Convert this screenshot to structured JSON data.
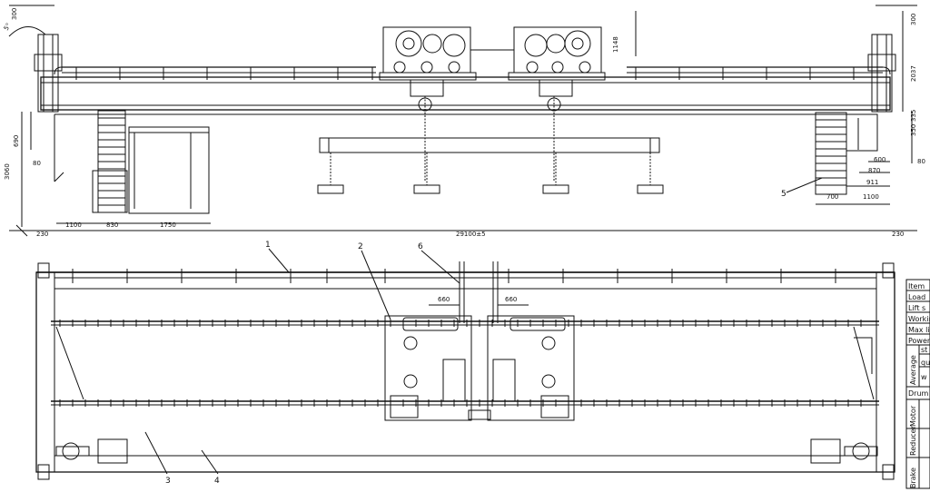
{
  "dimensions": {
    "top_left_angle": "5°",
    "top_left_300": "300",
    "top_right_300": "300",
    "trolley_height": "1148",
    "right_height": "2037",
    "left_690": "690",
    "left_3060": "3060",
    "left_80": "80",
    "right_335": "335",
    "right_350": "350",
    "right_80": "80",
    "right_600": "600",
    "right_870": "870",
    "right_911": "911",
    "right_700": "700",
    "right_1100": "1100",
    "bottom_1100": "1100",
    "bottom_830": "830",
    "bottom_1750": "1750",
    "bottom_left_230": "230",
    "bottom_right_230": "230",
    "span": "29100±5",
    "trolley_660_left": "660",
    "trolley_660_right": "660"
  },
  "callouts": {
    "c1": "1",
    "c2": "2",
    "c3": "3",
    "c4": "4",
    "c5": "5",
    "c6": "6"
  },
  "table": {
    "r1": "Item",
    "r2": "Load",
    "r3": "Lift s",
    "r4": "Workin",
    "r5": "Max lif",
    "r6": "Power",
    "r7": "Drum",
    "g1": "Average",
    "g2": "Motor",
    "g3": "Reducer",
    "g4": "Brake",
    "s1": "st",
    "s2": "qu",
    "s3": "w"
  }
}
